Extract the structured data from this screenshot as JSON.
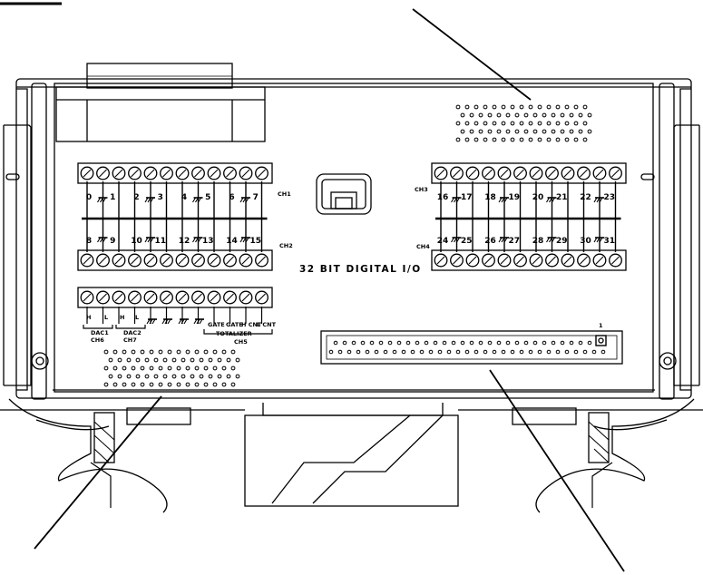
{
  "board": {
    "title": "32 BIT DIGITAL I/O",
    "pin_one_label": "1"
  },
  "channels": {
    "ch1": {
      "label": "CH1",
      "pins": [
        "0",
        "1",
        "2",
        "3",
        "4",
        "5",
        "6",
        "7"
      ]
    },
    "ch2": {
      "label": "CH2",
      "pins": [
        "8",
        "9",
        "10",
        "11",
        "12",
        "13",
        "14",
        "15"
      ]
    },
    "ch3": {
      "label": "CH3",
      "pins": [
        "16",
        "17",
        "18",
        "19",
        "20",
        "21",
        "22",
        "23"
      ]
    },
    "ch4": {
      "label": "CH4",
      "pins": [
        "24",
        "25",
        "26",
        "27",
        "28",
        "29",
        "30",
        "31"
      ]
    }
  },
  "aux": {
    "labels": [
      "H",
      "L",
      "H",
      "L",
      "GATE",
      "GATE",
      "H CNT",
      "L CNT"
    ],
    "dac1": "DAC1",
    "dac2": "DAC2",
    "ch6": "CH6",
    "ch7": "CH7",
    "totalizer": "TOTALIZER",
    "ch5": "CH5"
  },
  "colors": {
    "ink": "#000000",
    "paper": "#ffffff"
  }
}
